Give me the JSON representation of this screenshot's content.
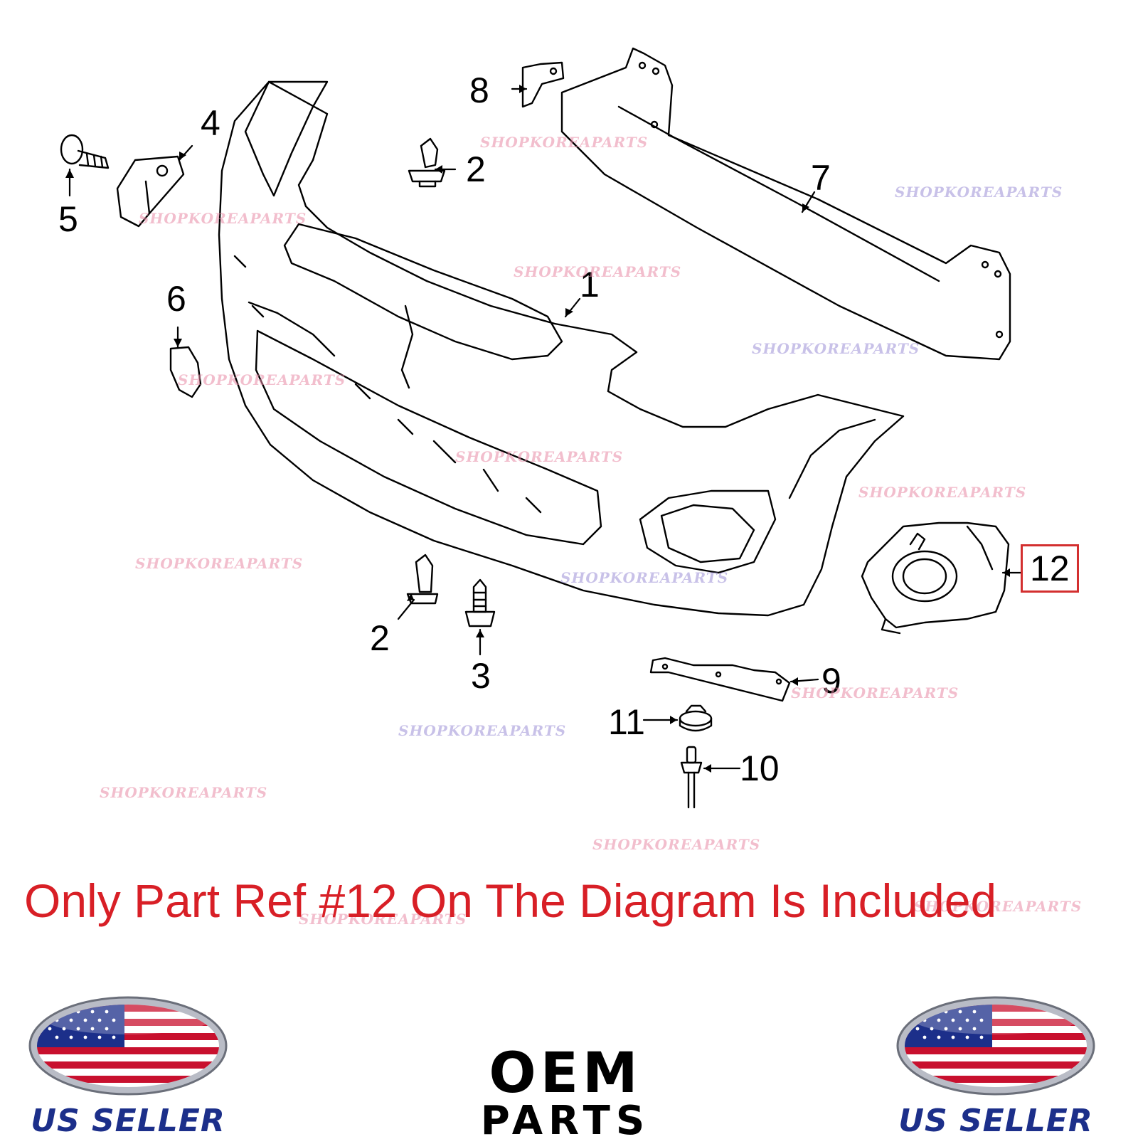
{
  "callouts": {
    "c1": "1",
    "c2a": "2",
    "c2b": "2",
    "c3": "3",
    "c4": "4",
    "c5": "5",
    "c6": "6",
    "c7": "7",
    "c8": "8",
    "c9": "9",
    "c10": "10",
    "c11": "11",
    "c12": "12"
  },
  "watermark": "SHOPKOREAPARTS",
  "notice": "Only Part Ref #12 On The Diagram Is Included",
  "seller_left": "US SELLER",
  "seller_right": "US SELLER",
  "oem": {
    "line1": "OEM",
    "line2": "PARTS"
  },
  "colors": {
    "highlight_box": "#d32f2f",
    "notice_text": "#d81f26",
    "seller_text": "#1c2f8a",
    "watermark_pink": "#e88aa6",
    "watermark_lavender": "#9c8fd6"
  }
}
